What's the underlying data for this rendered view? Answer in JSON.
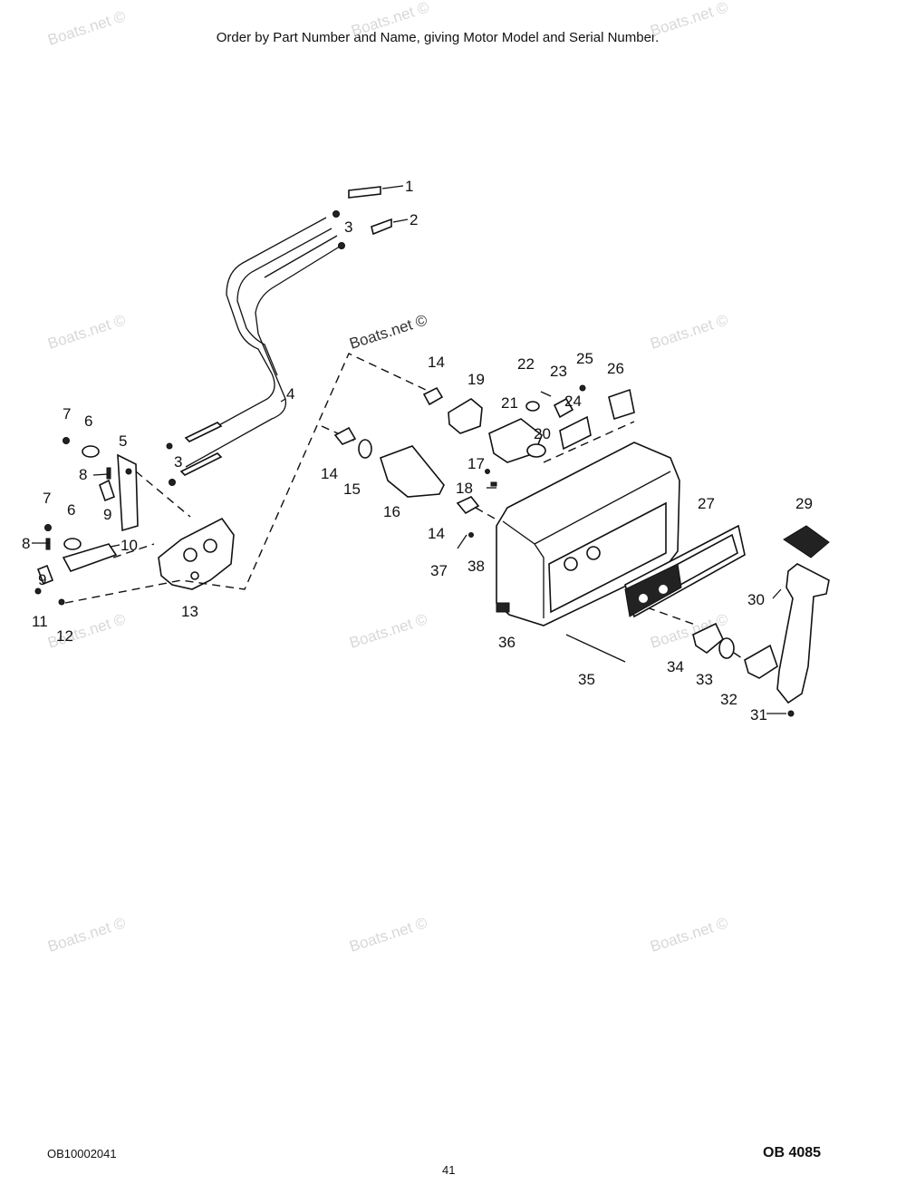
{
  "header": "Order by Part Number and Name, giving Motor Model and Serial Number.",
  "watermark": "Boats.net ©",
  "callouts": [
    "1",
    "2",
    "3",
    "3",
    "4",
    "5",
    "6",
    "6",
    "7",
    "7",
    "8",
    "8",
    "9",
    "9",
    "10",
    "11",
    "12",
    "13",
    "14",
    "14",
    "14",
    "15",
    "16",
    "17",
    "18",
    "19",
    "20",
    "21",
    "22",
    "23",
    "24",
    "25",
    "26",
    "27",
    "29",
    "30",
    "31",
    "32",
    "33",
    "34",
    "35",
    "36",
    "37",
    "38"
  ],
  "footer": {
    "code": "OB10002041",
    "page": "41",
    "doc": "OB 4085"
  },
  "colors": {
    "ink": "#111111",
    "watermark": "#d8d8d8",
    "background": "#ffffff"
  }
}
